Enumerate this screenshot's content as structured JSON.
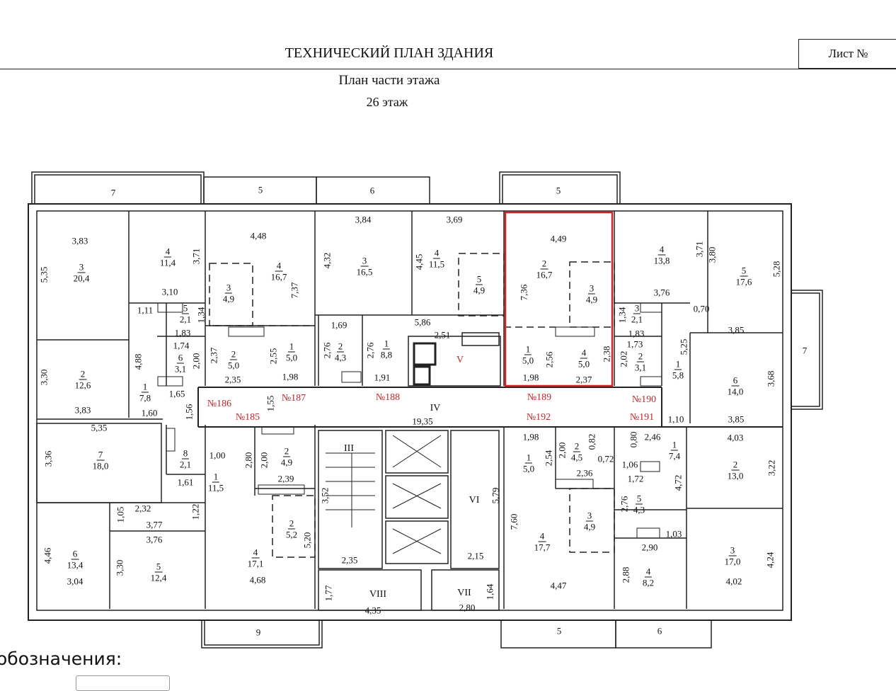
{
  "header": {
    "title": "ТЕХНИЧЕСКИЙ ПЛАН ЗДАНИЯ",
    "sheet_label": "Лист  №",
    "subtitle": "План части этажа",
    "floor": "26 этаж"
  },
  "legend": {
    "title": "обозначения:"
  },
  "plan": {
    "balconies": [
      "7",
      "5",
      "6",
      "5",
      "7",
      "9",
      "5",
      "6"
    ],
    "rooms": [
      {
        "num": "3",
        "area": "20,4"
      },
      {
        "num": "4",
        "area": "11,4"
      },
      {
        "num": "4",
        "area": "16,7"
      },
      {
        "num": "3",
        "area": "4,9"
      },
      {
        "num": "5",
        "area": "2,1"
      },
      {
        "num": "6",
        "area": "3,1"
      },
      {
        "num": "2",
        "area": "5,0"
      },
      {
        "num": "1",
        "area": "5,0"
      },
      {
        "num": "1",
        "area": "7,8"
      },
      {
        "num": "2",
        "area": "12,6"
      },
      {
        "num": "3",
        "area": "16,5"
      },
      {
        "num": "4",
        "area": "11,5"
      },
      {
        "num": "5",
        "area": "4,9"
      },
      {
        "num": "2",
        "area": "4,3"
      },
      {
        "num": "1",
        "area": "8,8"
      },
      {
        "num": "2",
        "area": "16,7"
      },
      {
        "num": "3",
        "area": "4,9"
      },
      {
        "num": "1",
        "area": "5,0"
      },
      {
        "num": "4",
        "area": "5,0"
      },
      {
        "num": "4",
        "area": "13,8"
      },
      {
        "num": "5",
        "area": "17,6"
      },
      {
        "num": "3",
        "area": "2,1"
      },
      {
        "num": "2",
        "area": "3,1"
      },
      {
        "num": "1",
        "area": "5,8"
      },
      {
        "num": "6",
        "area": "14,0"
      },
      {
        "num": "7",
        "area": "18,0"
      },
      {
        "num": "8",
        "area": "2,1"
      },
      {
        "num": "1",
        "area": "11,5"
      },
      {
        "num": "2",
        "area": "4,9"
      },
      {
        "num": "2",
        "area": "5,2"
      },
      {
        "num": "6",
        "area": "13,4"
      },
      {
        "num": "5",
        "area": "12,4"
      },
      {
        "num": "4",
        "area": "17,1"
      },
      {
        "num": "1",
        "area": "5,0"
      },
      {
        "num": "2",
        "area": "4,5"
      },
      {
        "num": "1",
        "area": "7,4"
      },
      {
        "num": "5",
        "area": "4,3"
      },
      {
        "num": "4",
        "area": "17,7"
      },
      {
        "num": "3",
        "area": "4,9"
      },
      {
        "num": "4",
        "area": "8,2"
      },
      {
        "num": "2",
        "area": "13,0"
      },
      {
        "num": "3",
        "area": "17,0"
      }
    ],
    "dimensions": [
      "3,83",
      "5,35",
      "3,71",
      "3,10",
      "4,48",
      "7,37",
      "1,11",
      "1,34",
      "1,83",
      "1,74",
      "2,00",
      "2,37",
      "2,35",
      "2,55",
      "1,98",
      "4,88",
      "1,65",
      "1,56",
      "1,60",
      "3,30",
      "3,83",
      "1,55",
      "3,84",
      "4,32",
      "3,69",
      "4,45",
      "5,86",
      "1,69",
      "2,76",
      "2,76",
      "2,51",
      "1,91",
      "19,35",
      "4,49",
      "7,36",
      "2,56",
      "2,38",
      "1,98",
      "2,37",
      "3,71",
      "3,80",
      "5,28",
      "3,76",
      "1,34",
      "1,83",
      "0,70",
      "3,85",
      "1,73",
      "2,02",
      "5,25",
      "3,68",
      "1,10",
      "3,85",
      "5,35",
      "3,36",
      "1,00",
      "1,61",
      "2,80",
      "2,00",
      "2,39",
      "2,32",
      "1,05",
      "3,77",
      "1,22",
      "3,76",
      "5,20",
      "4,46",
      "3,04",
      "3,30",
      "4,68",
      "3,52",
      "5,79",
      "2,35",
      "2,15",
      "1,77",
      "4,35",
      "1,64",
      "2,80",
      "1,98",
      "2,54",
      "2,00",
      "0,82",
      "0,72",
      "2,36",
      "0,80",
      "2,46",
      "1,06",
      "1,72",
      "4,72",
      "2,76",
      "1,03",
      "2,90",
      "7,60",
      "4,47",
      "2,88",
      "4,03",
      "3,22",
      "4,24",
      "4,02"
    ],
    "apartment_numbers": [
      "№186",
      "№187",
      "№185",
      "№188",
      "№189",
      "№192",
      "№190",
      "№191"
    ],
    "zones": [
      "V",
      "IV",
      "III",
      "VI",
      "VIII",
      "VII"
    ]
  }
}
